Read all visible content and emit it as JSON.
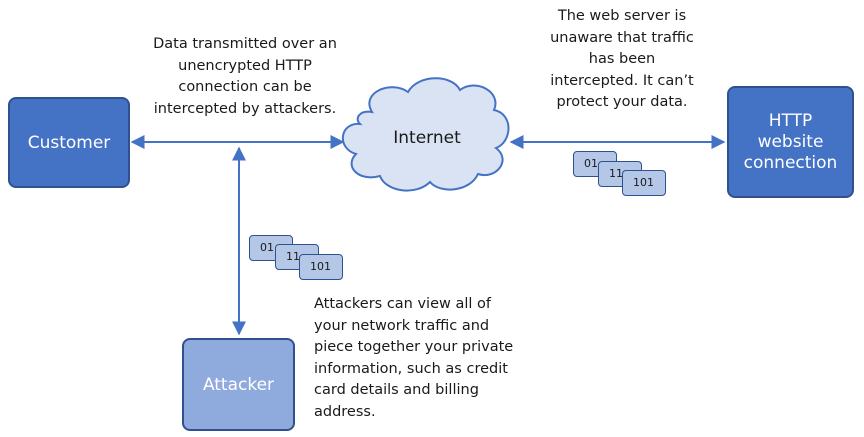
{
  "nodes": {
    "customer": "Customer",
    "server": "HTTP\nwebsite\nconnection",
    "attacker": "Attacker",
    "internet": "Internet"
  },
  "notes": {
    "transmission": "Data transmitted over an\nunencrypted HTTP\nconnection can be\nintercepted by attackers.",
    "server": "The web server is\nunaware that traffic\nhas been\nintercepted. It can’t\nprotect your data.",
    "attacker": "Attackers can view all of\nyour network traffic and\npiece together your private\ninformation, such as credit\ncard details and billing\naddress."
  },
  "packets": {
    "first": "01",
    "second": "11",
    "third": "101"
  },
  "colors": {
    "primary": "#4472c4",
    "attacker": "#8faadc",
    "packet": "#b4c7e7",
    "line": "#4472c4"
  }
}
